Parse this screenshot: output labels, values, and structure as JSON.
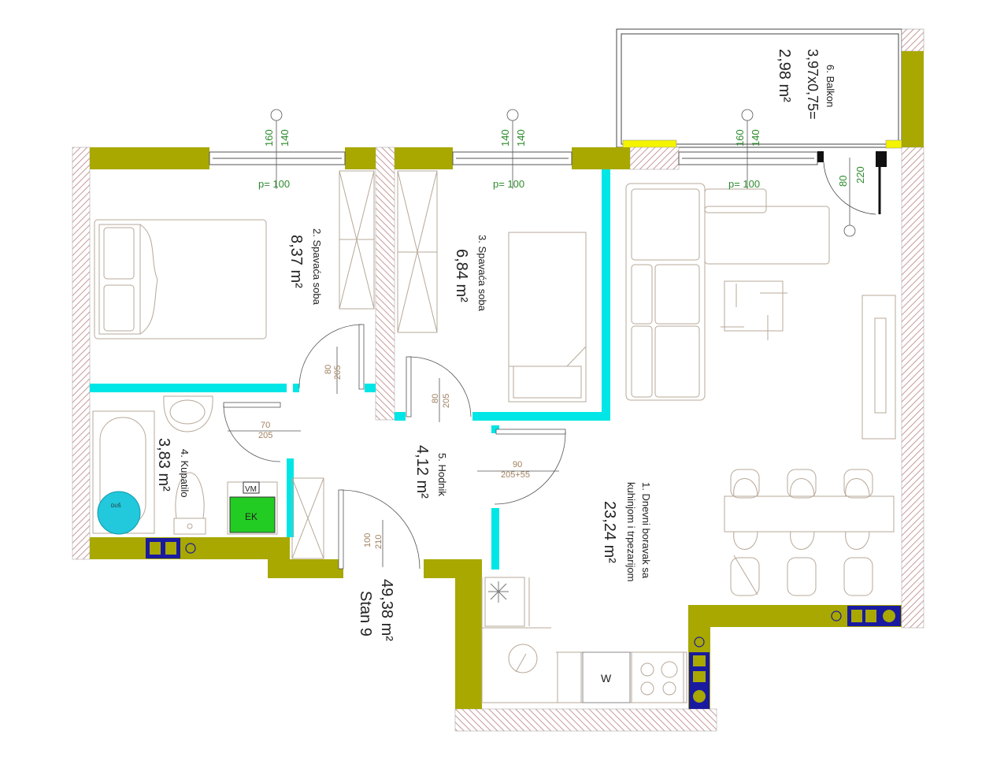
{
  "plan": {
    "apartment_name": "Stan 9",
    "apartment_area": "49,38 m²",
    "rooms": [
      {
        "name": "1. Dnevni boravak sa",
        "name2": "kuhinjom i trpezarijom",
        "area": "23,24 m²"
      },
      {
        "name": "2. Spavaća soba",
        "area": "8,37 m²"
      },
      {
        "name": "3. Spavaća soba",
        "area": "6,84 m²"
      },
      {
        "name": "4. Kupatilo",
        "area": "3,83 m²"
      },
      {
        "name": "5. Hodnik",
        "area": "4,12 m²"
      },
      {
        "name": "6. Balkon",
        "dims": "3,97x0,75=",
        "area": "2,98 m²"
      }
    ],
    "windows": [
      {
        "w": "160",
        "h": "140",
        "sill": "p= 100"
      },
      {
        "w": "140",
        "h": "140",
        "sill": "p= 100"
      },
      {
        "w": "160",
        "h": "140",
        "sill": "p= 100"
      }
    ],
    "doors": [
      {
        "w": "80",
        "h": "205"
      },
      {
        "w": "80",
        "h": "205"
      },
      {
        "w": "70",
        "h": "205"
      },
      {
        "w": "90",
        "h": "205+55"
      },
      {
        "w": "100",
        "h": "210"
      },
      {
        "w": "80",
        "h": "220"
      }
    ],
    "fixtures": {
      "washing_machine": "VM",
      "electric_boiler": "EK",
      "dishwasher": "W",
      "floor_drain": "DUŠ"
    },
    "colors": {
      "wall": "#a8a800",
      "insulation_hatch": "#b88a8a",
      "partition": "#00e5e5",
      "dimension_text": "#2e8b2e",
      "door_text": "#a08060",
      "furniture": "#b7a898",
      "boiler_fill": "#22cc22",
      "socket": "#1a1aa0",
      "balcony_edge": "#f4f400"
    }
  }
}
